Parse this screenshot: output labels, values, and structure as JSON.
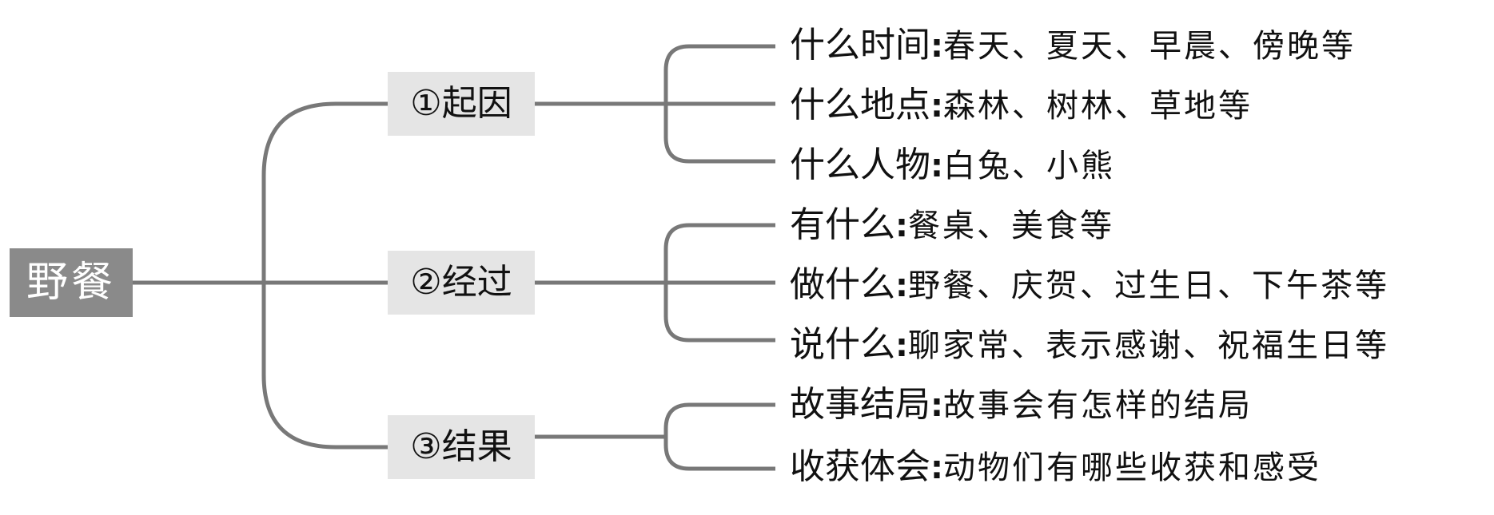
{
  "diagram": {
    "type": "mind-map",
    "line_color": "#787878",
    "root": {
      "label": "野餐"
    },
    "branches": [
      {
        "label": "①起因",
        "leaves": [
          {
            "key": "什么时间",
            "value": "春天、夏天、早晨、傍晚等"
          },
          {
            "key": "什么地点",
            "value": "森林、树林、草地等"
          },
          {
            "key": "什么人物",
            "value": "白兔、小熊"
          }
        ]
      },
      {
        "label": "②经过",
        "leaves": [
          {
            "key": "有什么",
            "value": "餐桌、美食等"
          },
          {
            "key": "做什么",
            "value": "野餐、庆贺、过生日、下午茶等"
          },
          {
            "key": "说什么",
            "value": "聊家常、表示感谢、祝福生日等"
          }
        ]
      },
      {
        "label": "③结果",
        "leaves": [
          {
            "key": "故事结局",
            "value": "故事会有怎样的结局"
          },
          {
            "key": "收获体会",
            "value": "动物们有哪些收获和感受"
          }
        ]
      }
    ],
    "separator": ":"
  }
}
